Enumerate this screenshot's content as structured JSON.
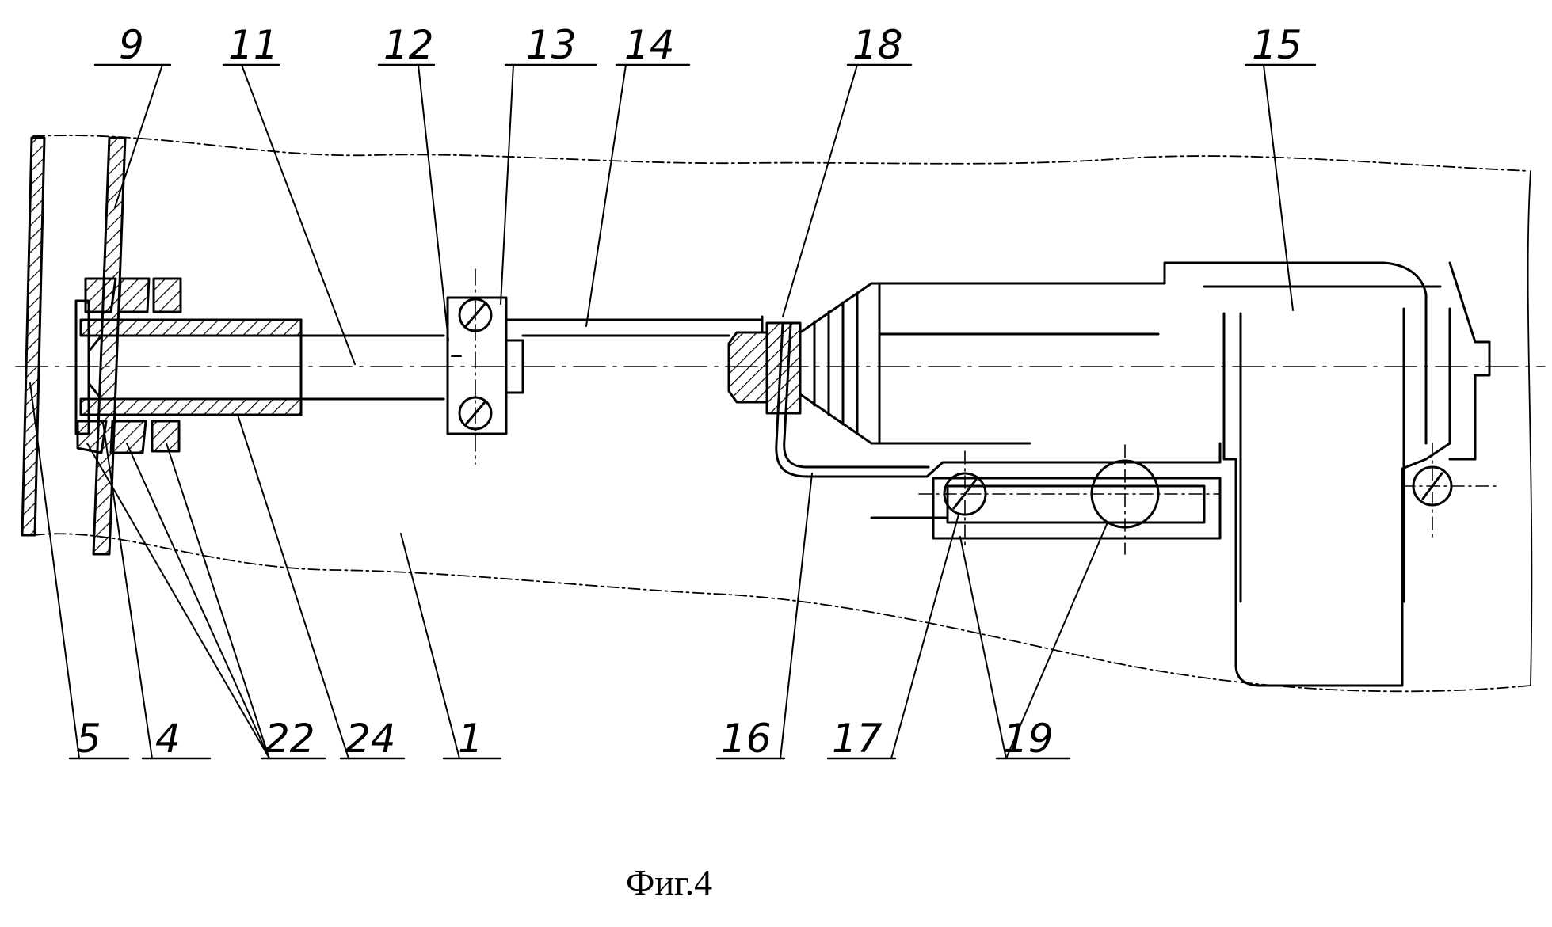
{
  "caption": "Фиг.4",
  "labels": {
    "l9": "9",
    "l11": "11",
    "l12": "12",
    "l13": "13",
    "l14": "14",
    "l18": "18",
    "l15": "15",
    "l5": "5",
    "l4": "4",
    "l22": "22",
    "l24": "24",
    "l1": "1",
    "l16": "16",
    "l17": "17",
    "l19": "19"
  },
  "colors": {
    "ink": "#000000",
    "background": "#ffffff"
  }
}
